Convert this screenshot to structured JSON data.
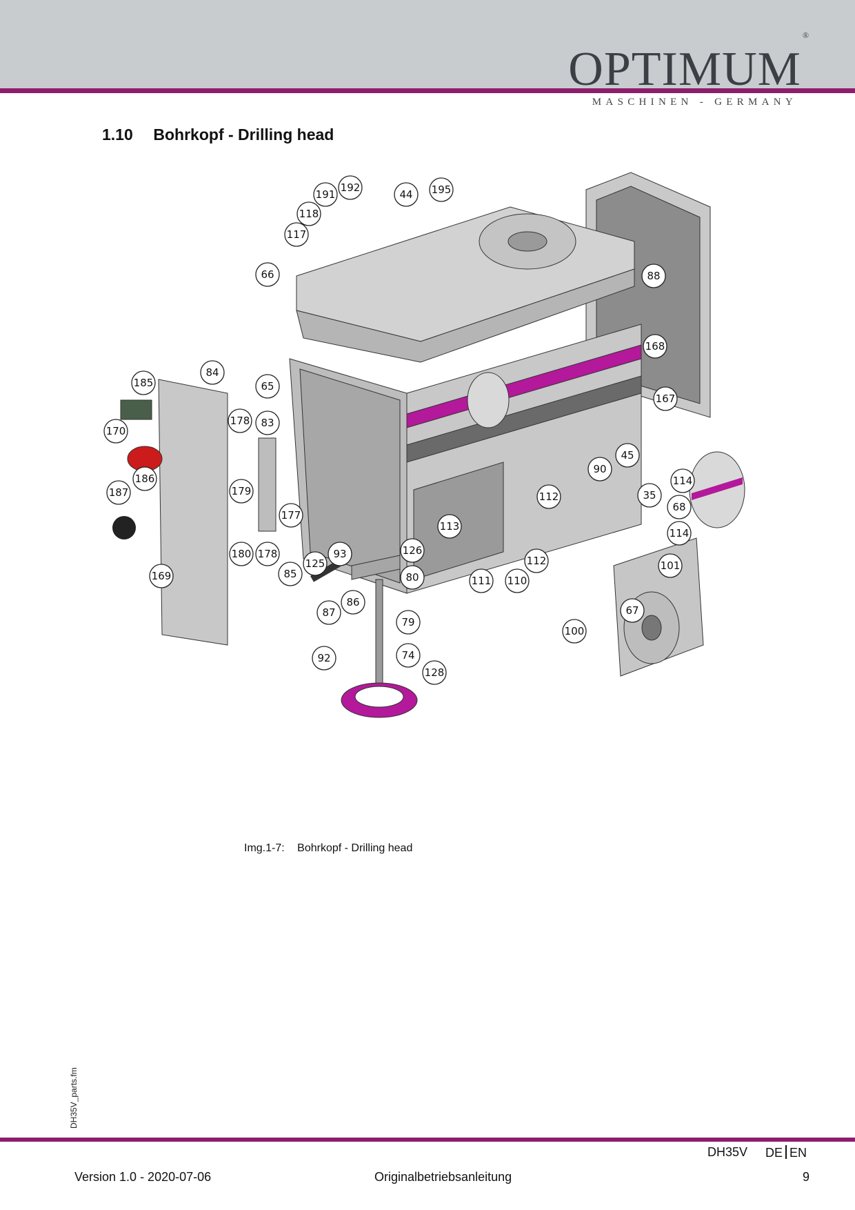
{
  "header": {
    "brand": "OPTIMUM",
    "brand_mark": "®",
    "brand_sub": "MASCHINEN - GERMANY"
  },
  "section": {
    "number": "1.10",
    "title": "Bohrkopf - Drilling head"
  },
  "figure": {
    "caption_label": "Img.1-7:",
    "caption_text": "Bohrkopf - Drilling head",
    "callouts": [
      "195",
      "191",
      "192",
      "44",
      "118",
      "117",
      "66",
      "88",
      "168",
      "167",
      "84",
      "185",
      "65",
      "178",
      "83",
      "170",
      "186",
      "187",
      "179",
      "177",
      "180",
      "178",
      "169",
      "45",
      "90",
      "114",
      "35",
      "68",
      "114",
      "101",
      "112",
      "113",
      "126",
      "93",
      "125",
      "80",
      "85",
      "86",
      "87",
      "111",
      "110",
      "112",
      "79",
      "92",
      "74",
      "128",
      "67",
      "100"
    ]
  },
  "sidebar": {
    "filename": "DH35V_parts.fm"
  },
  "footer": {
    "model": "DH35V",
    "lang_de": "DE",
    "lang_en": "EN",
    "version": "Version 1.0 - 2020-07-06",
    "doc_type": "Originalbetriebsanleitung",
    "page": "9"
  },
  "colors": {
    "accent": "#8e1e6c",
    "header_band": "#c9cccf",
    "part_grey": "#c7c7c7",
    "part_magenta": "#b3199a"
  }
}
